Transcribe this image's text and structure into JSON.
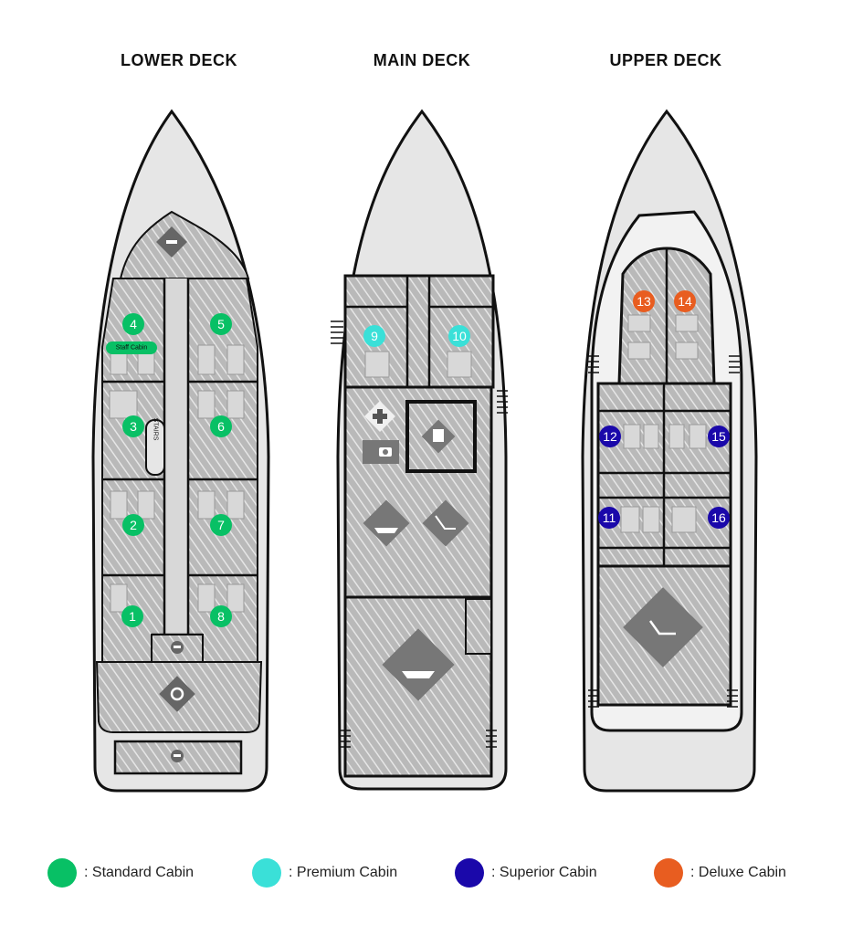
{
  "decks": [
    {
      "title": "LOWER DECK"
    },
    {
      "title": "MAIN DECK"
    },
    {
      "title": "UPPER DECK"
    }
  ],
  "labels": {
    "staff_cabin": "Staff Cabin",
    "stairs": "STAIRS"
  },
  "cabins": {
    "c1": "1",
    "c2": "2",
    "c3": "3",
    "c4": "4",
    "c5": "5",
    "c6": "6",
    "c7": "7",
    "c8": "8",
    "c9": "9",
    "c10": "10",
    "c11": "11",
    "c12": "12",
    "c13": "13",
    "c14": "14",
    "c15": "15",
    "c16": "16"
  },
  "legend": [
    {
      "label": ": Standard Cabin",
      "color": "#08c065"
    },
    {
      "label": ": Premium Cabin",
      "color": "#3ae0d8"
    },
    {
      "label": ": Superior Cabin",
      "color": "#1a08aa"
    },
    {
      "label": ": Deluxe Cabin",
      "color": "#e85d20"
    }
  ]
}
